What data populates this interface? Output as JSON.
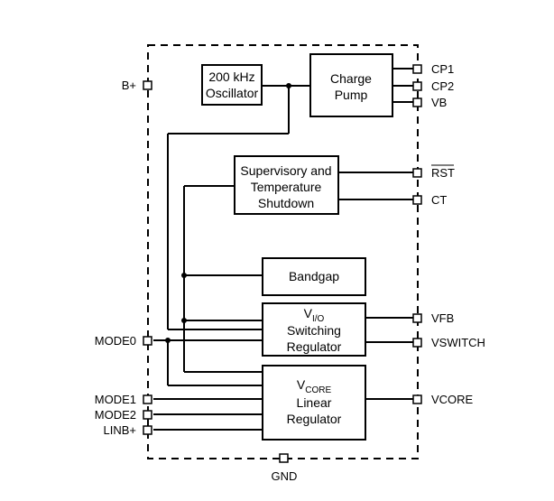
{
  "blocks": {
    "oscillator": [
      "200 kHz",
      "Oscillator"
    ],
    "charge_pump": [
      "Charge",
      "Pump"
    ],
    "supervisory": [
      "Supervisory and",
      "Temperature",
      "Shutdown"
    ],
    "bandgap": [
      "Bandgap"
    ],
    "vio_main": "V",
    "vio_sub": "I/O",
    "vio_rest": [
      "Switching",
      "Regulator"
    ],
    "vcore_main": "V",
    "vcore_sub": "CORE",
    "vcore_rest": [
      "Linear",
      "Regulator"
    ]
  },
  "pins": {
    "bplus": "B+",
    "cp1": "CP1",
    "cp2": "CP2",
    "vb": "VB",
    "rst": "RST",
    "ct": "CT",
    "vfb": "VFB",
    "vswitch": "VSWITCH",
    "vcore": "VCORE",
    "mode0": "MODE0",
    "mode1": "MODE1",
    "mode2": "MODE2",
    "linbplus": "LINB+",
    "gnd": "GND"
  }
}
